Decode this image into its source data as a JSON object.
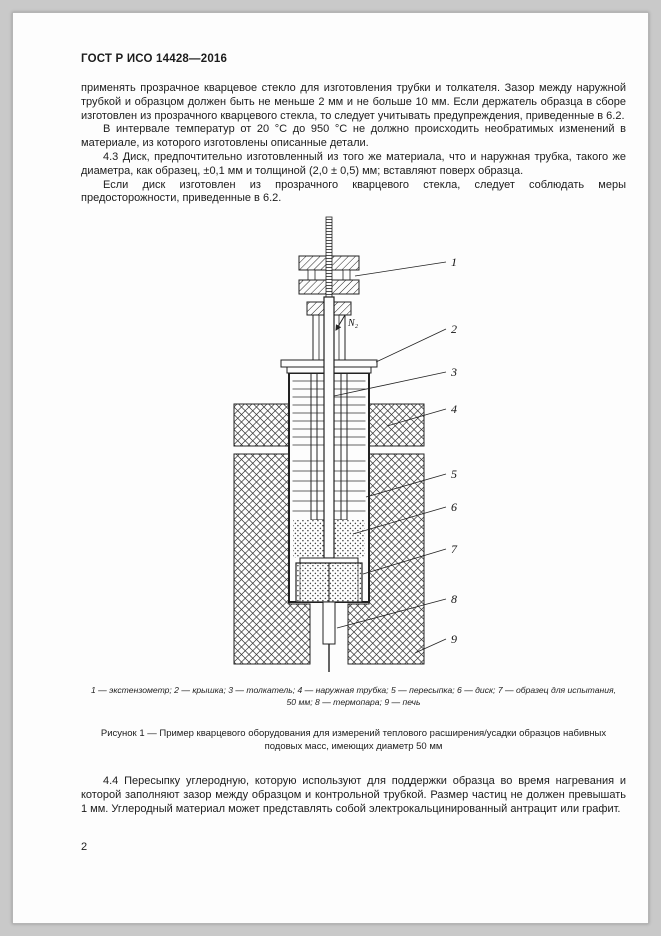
{
  "page": {
    "header": "ГОСТ Р ИСО 14428—2016",
    "number": "2"
  },
  "body": {
    "p1": "применять прозрачное кварцевое стекло для изготовления трубки и толкателя. Зазор между наружной трубкой и образцом должен быть не меньше 2 мм и не больше 10 мм. Если держатель образца в сборе изготовлен из прозрачного кварцевого стекла, то следует учитывать предупреждения, приведенные в 6.2.",
    "p2": "В интервале температур от 20 °С до 950 °С не должно происходить необратимых изменений в материале, из которого изготовлены описанные детали.",
    "p3": "4.3 Диск, предпочтительно изготовленный из того же материала, что и наружная трубка, такого же диаметра, как образец, ±0,1 мм и толщиной (2,0 ± 0,5) мм; вставляют поверх образца.",
    "p4": "Если диск изготовлен из прозрачного кварцевого стекла, следует соблюдать меры предосторожности, приведенные в 6.2.",
    "p5": "4.4 Пересыпку углеродную, которую используют для поддержки образца во время нагревания и которой заполняют зазор между образцом и контрольной трубкой. Размер частиц не должен превышать 1 мм. Углеродный материал может представлять собой электрокальцинированный антрацит или графит."
  },
  "figure": {
    "gas_label": "N₂",
    "callouts": [
      "1",
      "2",
      "3",
      "4",
      "5",
      "6",
      "7",
      "8",
      "9"
    ],
    "legend_line1": "1 — экстензометр; 2 — крышка; 3 — толкатель; 4 — наружная трубка; 5 — пересыпка; 6 — диск; 7 — образец для испытания,",
    "legend_line2": "50 мм; 8 — термопара; 9 — печь",
    "caption_line1": "Рисунок 1 — Пример кварцевого оборудования для измерений теплового расширения/усадки образцов набивных",
    "caption_line2": "подовых масс, имеющих диаметр 50 мм"
  }
}
